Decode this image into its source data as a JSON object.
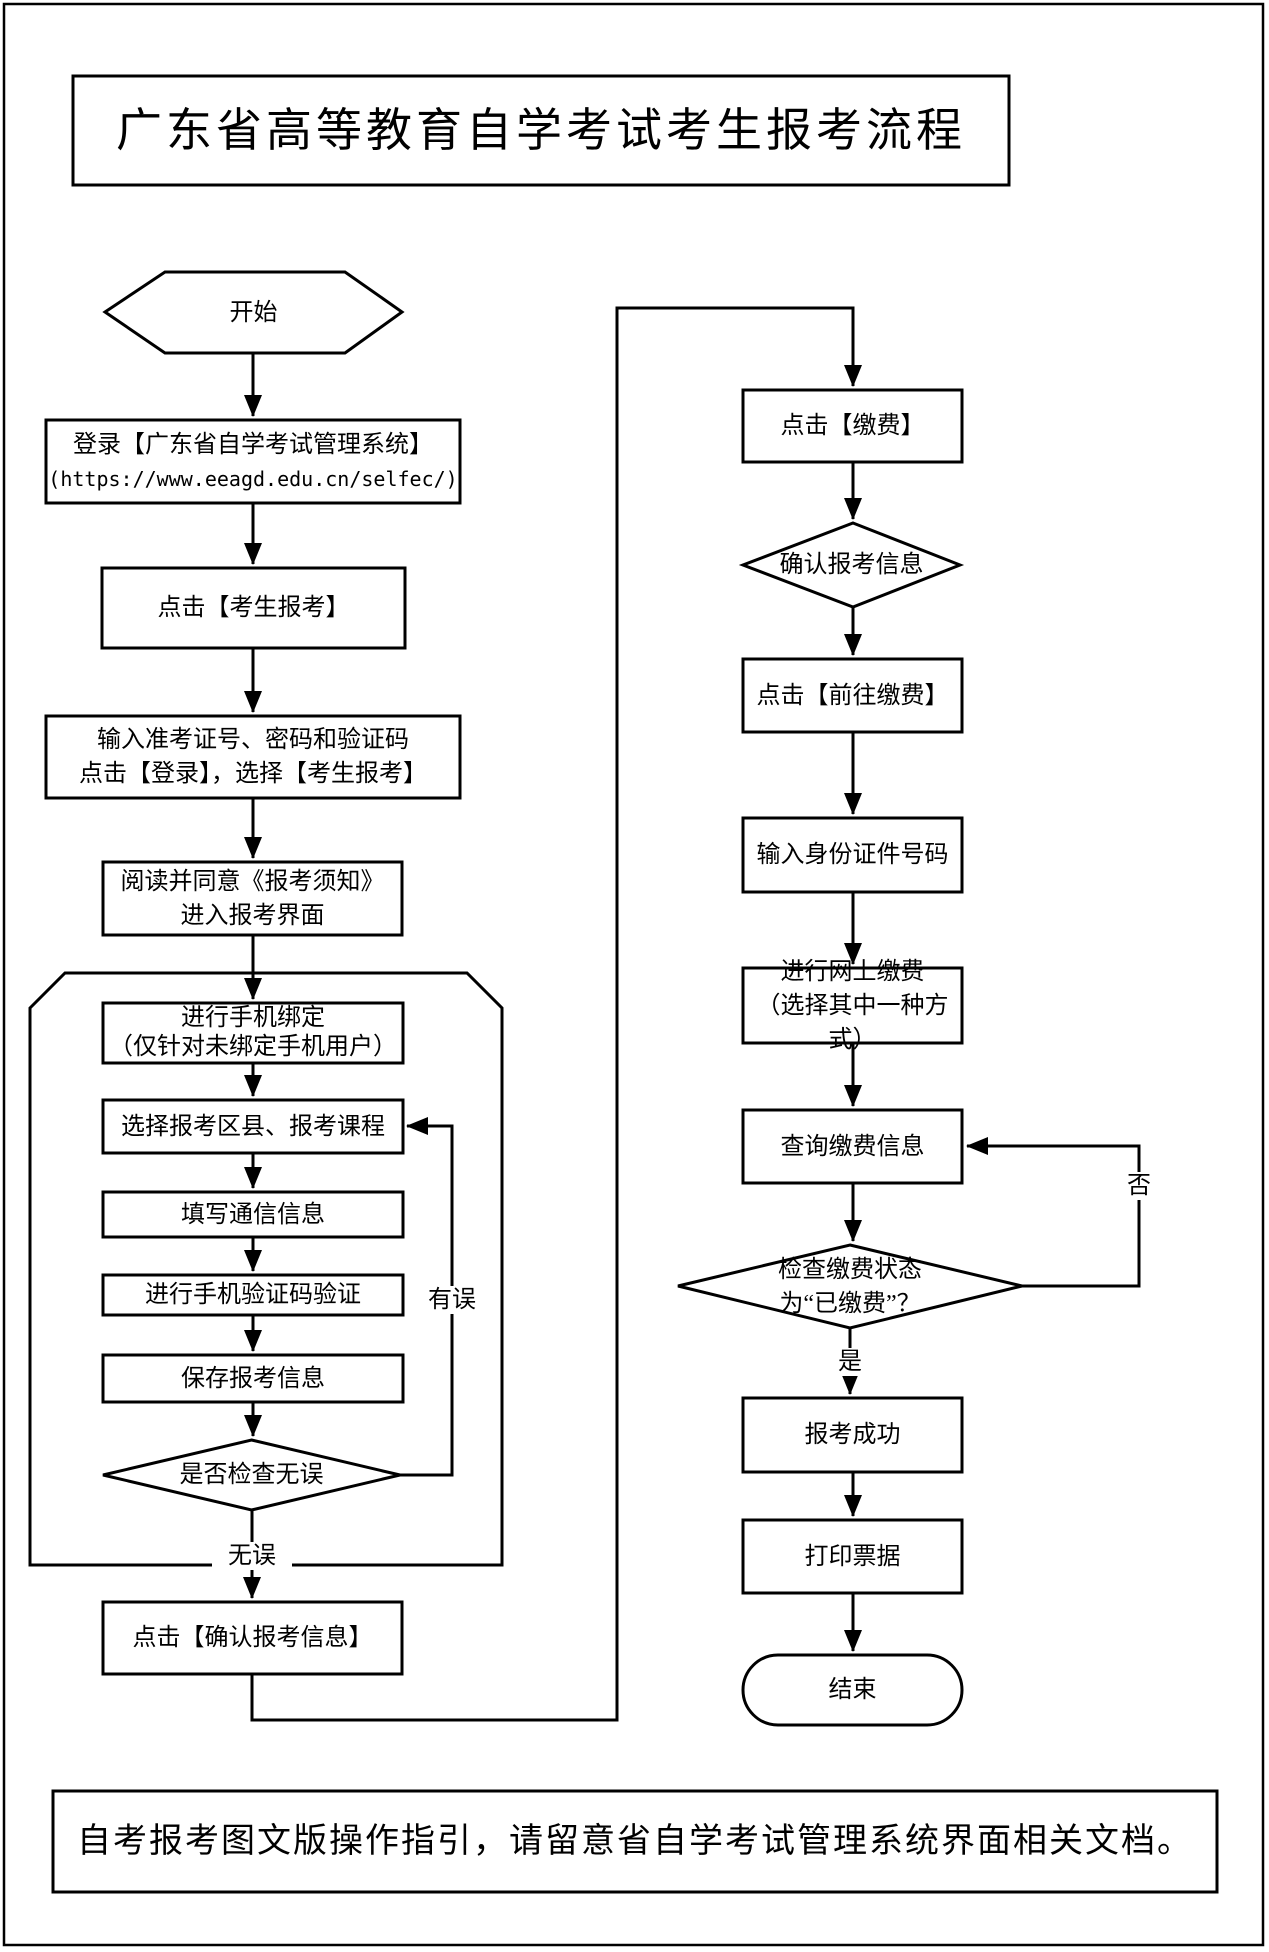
{
  "title": "广东省高等教育自学考试考生报考流程",
  "footer_note": "自考报考图文版操作指引，请留意省自学考试管理系统界面相关文档。",
  "nodes": {
    "start": {
      "label": "开始"
    },
    "login": {
      "line1": "登录【广东省自学考试管理系统】",
      "line2": "(https://www.eeagd.edu.cn/selfec/)"
    },
    "click_register": {
      "label": "点击【考生报考】"
    },
    "input_credentials": {
      "label": "输入准考证号、密码和验证码\n点击【登录】，选择【考生报考】"
    },
    "read_notice": {
      "label": "阅读并同意《报考须知》\n进入报考界面"
    },
    "bind_phone": {
      "label": "进行手机绑定\n（仅针对未绑定手机用户）"
    },
    "select_courses": {
      "label": "选择报考区县、报考课程"
    },
    "fill_contact": {
      "label": "填写通信信息"
    },
    "sms_verify": {
      "label": "进行手机验证码验证"
    },
    "save_info": {
      "label": "保存报考信息"
    },
    "check_ok": {
      "label": "是否检查无误"
    },
    "confirm_info": {
      "label": "点击【确认报考信息】"
    },
    "click_pay": {
      "label": "点击【缴费】"
    },
    "confirm_reg_info": {
      "label": "确认报考信息"
    },
    "go_pay": {
      "label": "点击【前往缴费】"
    },
    "input_id": {
      "label": "输入身份证件号码"
    },
    "online_pay": {
      "label": "进行网上缴费\n（选择其中一种方式）"
    },
    "query_payment": {
      "label": "查询缴费信息"
    },
    "check_paid": {
      "label": "检查缴费状态\n为“已缴费”？"
    },
    "success": {
      "label": "报考成功"
    },
    "print_receipt": {
      "label": "打印票据"
    },
    "end": {
      "label": "结束"
    }
  },
  "edge_labels": {
    "no_error": "无误",
    "has_error": "有误",
    "yes": "是",
    "no": "否"
  },
  "colors": {
    "line": "#000000",
    "background": "#ffffff"
  }
}
